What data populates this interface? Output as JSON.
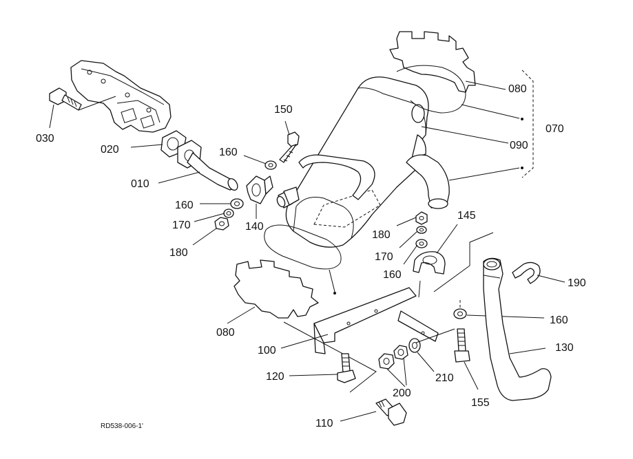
{
  "diagram": {
    "reference_code": "RD538-006-1'",
    "callouts": {
      "c010": "010",
      "c020": "020",
      "c030": "030",
      "c070": "070",
      "c080_top": "080",
      "c080_bottom": "080",
      "c090": "090",
      "c100": "100",
      "c110": "110",
      "c120": "120",
      "c130": "130",
      "c140": "140",
      "c145": "145",
      "c150": "150",
      "c155": "155",
      "c160_upper": "160",
      "c160_left": "160",
      "c160_mid": "160",
      "c160_right": "160",
      "c170_left": "170",
      "c170_mid": "170",
      "c180_left": "180",
      "c180_mid": "180",
      "c190": "190",
      "c200": "200",
      "c210": "210"
    }
  }
}
